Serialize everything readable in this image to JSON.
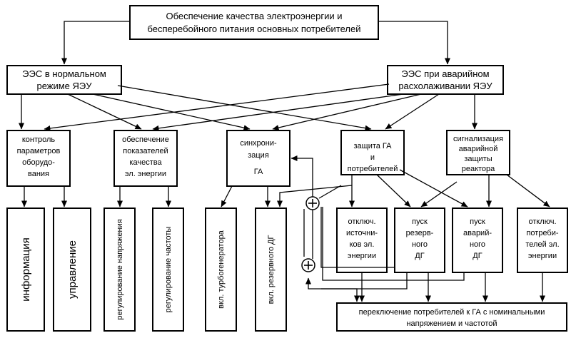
{
  "title": [
    "Обеспечение качества электроэнергии и",
    "бесперебойного питания основных потребителей"
  ],
  "mode_normal": [
    "ЭЭС в нормальном",
    "режиме ЯЭУ"
  ],
  "mode_emergency": [
    "ЭЭС при аварийном",
    "расхолаживании ЯЭУ"
  ],
  "functions": {
    "control": [
      "контроль",
      "параметров",
      "оборудо-",
      "вания"
    ],
    "quality": [
      "обеспечение",
      "показателей",
      "качества",
      "эл. энергии"
    ],
    "sync": [
      "синхрони-",
      "зация",
      "ГА"
    ],
    "protection": [
      "защита ГА",
      "и",
      "потребителей"
    ],
    "alarm": [
      "сигнализация",
      "аварийной",
      "защиты",
      "реактора"
    ]
  },
  "outputs": {
    "info": "информация",
    "mgmt": "управление",
    "voltage_reg": "регулирование напряжения",
    "freq_reg": "регулирование частоты",
    "turbo_on": "вкл. турбогенератора",
    "dg_on": "вкл. резервного ДГ"
  },
  "actions": {
    "disconnect_src": [
      "отключ.",
      "источни-",
      "ков эл.",
      "энергии"
    ],
    "start_reserve": [
      "пуск",
      "резерв-",
      "ного",
      "ДГ"
    ],
    "start_emergency": [
      "пуск",
      "аварий-",
      "ного",
      "ДГ"
    ],
    "disconnect_cons": [
      "отключ.",
      "потреби-",
      "телей эл.",
      "энергии"
    ]
  },
  "switching": [
    "переключение потребителей к ГА с номинальными",
    "напряжением и частотой"
  ],
  "summing_symbol": "+"
}
